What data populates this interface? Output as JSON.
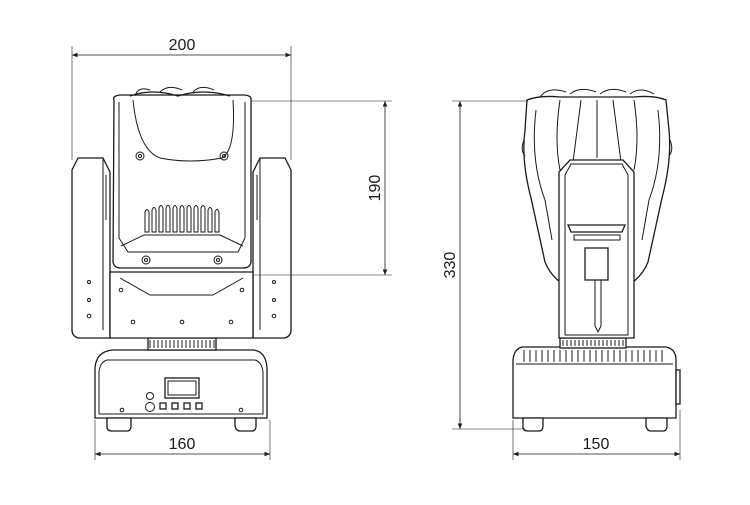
{
  "dimensions": {
    "front_width": "200",
    "head_height": "190",
    "base_width": "160",
    "total_height": "330",
    "side_base_width": "150"
  },
  "colors": {
    "line": "#1a1a1a",
    "background": "#ffffff"
  }
}
